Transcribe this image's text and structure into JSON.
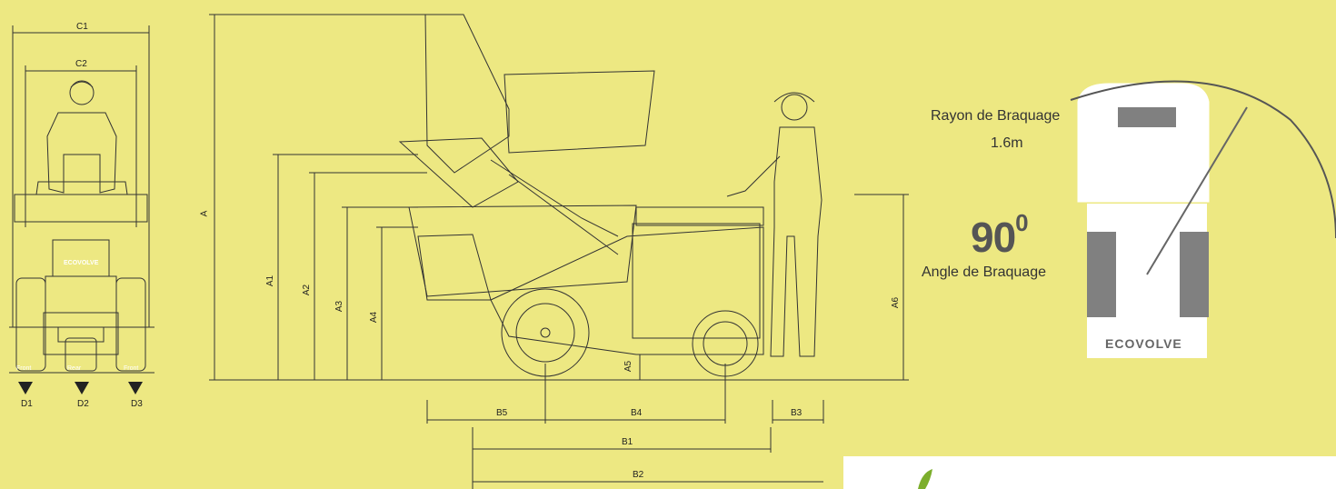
{
  "front_view": {
    "dims": {
      "c1": "C1",
      "c2": "C2"
    },
    "positions": {
      "front_left": "Front",
      "rear": "Rear",
      "front_right": "Front"
    },
    "markers": {
      "d1": "D1",
      "d2": "D2",
      "d3": "D3"
    },
    "brand": "ECOVOLVE"
  },
  "side_view": {
    "height_dims": {
      "a": "A",
      "a1": "A1",
      "a2": "A2",
      "a3": "A3",
      "a4": "A4",
      "a5": "A5",
      "a6": "A6"
    },
    "length_dims": {
      "b1": "B1",
      "b2": "B2",
      "b3": "B3",
      "b4": "B4",
      "b5": "B5"
    }
  },
  "turning": {
    "radius_label": "Rayon de Braquage",
    "radius_value": "1.6m",
    "angle_number": "90",
    "angle_sup": "0",
    "angle_label": "Angle de Braquage",
    "brand": "ECOVOLVE"
  },
  "colors": {
    "background": "#ede882",
    "line": "#333333",
    "vehicle_grey": "#808080"
  }
}
